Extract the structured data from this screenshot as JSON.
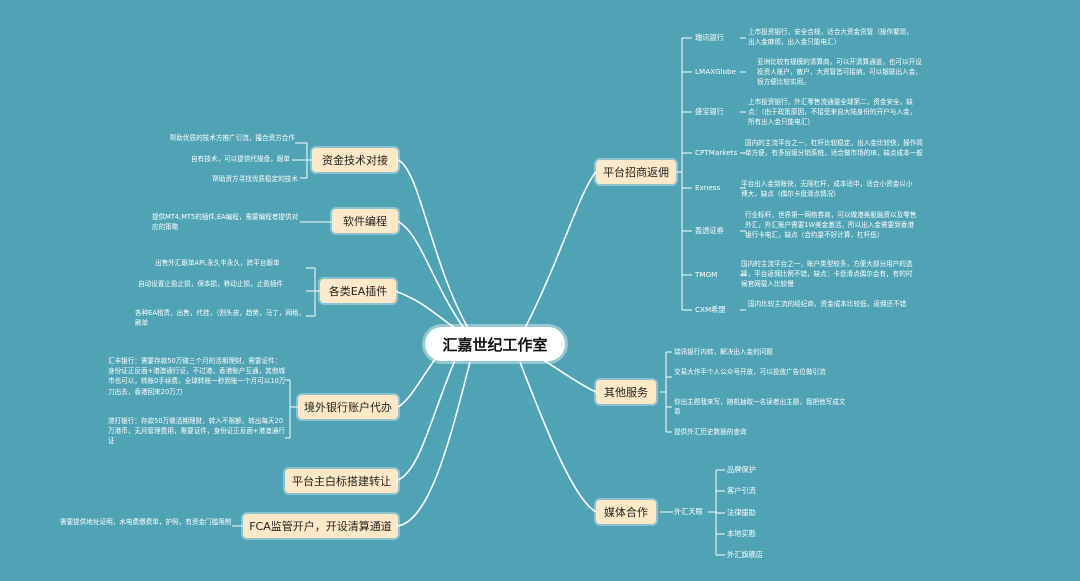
{
  "title": "汇嘉世纪工作室",
  "branches": {
    "zijin": {
      "label": "资金技术对接",
      "items": [
        "帮助优质的技术方推广引流，撮合资方合作",
        "自有技术，可以提供代操盘，跟单",
        "帮助资方寻找优质稳定的技术"
      ]
    },
    "ruanjian": {
      "label": "软件编程",
      "items": [
        "提供MT4,MT5的插件,EA编程，需要编程者提供对应的策略"
      ]
    },
    "ea": {
      "label": "各类EA插件",
      "items": [
        "出售外汇跟单API,永久半永久，跨平台跟单",
        "自动设置止盈止损，保本损，移动止损，止盈插件",
        "各种EA租赁，出售，代挂，（割头皮，趋势，马丁，网格，刷单"
      ]
    },
    "bank": {
      "label": "境外银行账户代办",
      "items": [
        "汇丰银行：需要存款50万做三个月的活期理财，需要证件：身份证正反面+港澳通行证，不过港，香港账户互通，其他城市也可以，转账0手续费，全球转账一秒到账一个月可以10万刀出去，香港回来20万刀",
        "渣打银行：存款50万做活期理财，转入不限额，转出每天20万港币，无月管理费用，需要证件，身份证正反面+港澳通行证"
      ]
    },
    "baipai": {
      "label": "平台主白标搭建转让"
    },
    "fca": {
      "label": "FCA监管开户，开设清算通道",
      "items": [
        "需要提供地址证明，水电费缴费单，护照，有资金门槛限制"
      ]
    },
    "platform": {
      "label": "平台招商返佣",
      "items": [
        {
          "name": "瑞讯银行",
          "desc": "上市投资银行，安全合规，适合大资金货管（操作繁琐，出入金麻烦，出入金只能电汇）"
        },
        {
          "name": "LMAXGlobe",
          "desc": "亚洲比较有规模的清算商，可以开清算通道，也可以开设投资人账户，散户，大资管皆可接纳，可以银联出入金，很方便比较实用。"
        },
        {
          "name": "盛宝银行",
          "desc": "上市投资银行，外汇零售流通量全球第二，资金安全，缺点：（由于政策原因，不接受来自大陆身份的开户与入金，所有出入金只能电汇）"
        },
        {
          "name": "CPTMarkets",
          "desc": "国内的主流平台之一，杠杆比较稳定，出入金比较快，操作简单方便，有多层级分销系统，适合做市场的IB，缺点成本一般"
        },
        {
          "name": "Exness",
          "desc": "平台出入金到账快，无限杠杆，成本适中，适合小资金以小博大，缺点（偶尔卡盘滑点情况）"
        },
        {
          "name": "盈透证券",
          "desc": "行业标杆，世界第一网络券商，可以做港美股融资以及零售外汇，外汇账户需要1W美金激活，所以出入金需要到香港银行卡电汇，缺点（合约量不好计算，杠杆低）"
        },
        {
          "name": "TMGM",
          "desc": "国内的主流平台之一，账户类型较多，方便大部分用户的选择，平台返佣比例不错，缺点：卡盘滑点偶尔会有，有的时候官网载入比较慢"
        },
        {
          "name": "CXM希盟",
          "desc": "国内比较主流的经纪商，资金成本比较低，返佣还不错"
        }
      ]
    },
    "other": {
      "label": "其他服务",
      "items": [
        "瑞讯银行内转，解决出入金的问题",
        "交易大作手个人公众号开放，可以投放广告位做引流",
        "你出主题我来写，随机抽取一名读者出主题，我把他写成文章",
        "提供外汇历史数据的查询"
      ]
    },
    "media": {
      "label": "媒体合作",
      "sub": "外汇天眼",
      "items": [
        "品牌保护",
        "客户引流",
        "法律援助",
        "本地实勘",
        "外汇旗舰店"
      ]
    }
  },
  "colors": {
    "background": "#4fa3b4",
    "node": "#fde9c7",
    "line": "#ffffff",
    "center": "#ffffff"
  }
}
